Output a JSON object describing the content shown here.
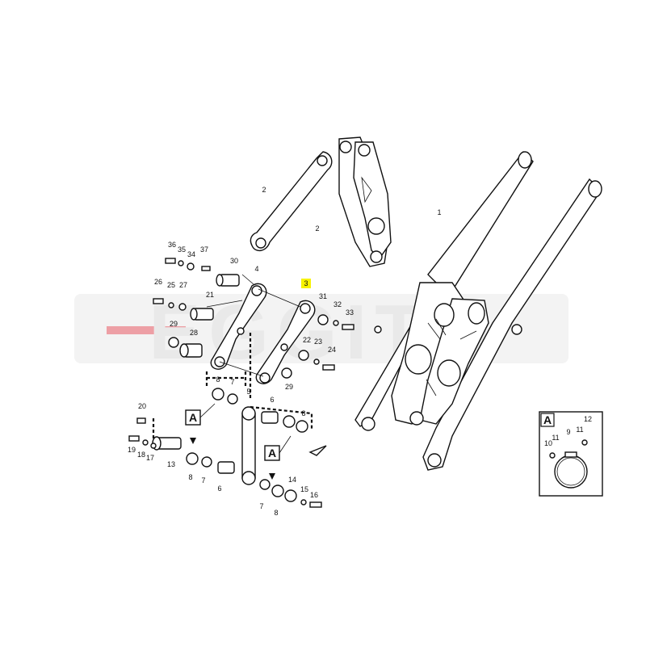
{
  "watermark": {
    "text": "EGGITO",
    "color": "#e9e9e9",
    "accent": "#e63946"
  },
  "highlight_color": "#f7f300",
  "callouts": [
    {
      "id": "c1",
      "text": "1"
    },
    {
      "id": "c2a",
      "text": "2"
    },
    {
      "id": "c2b",
      "text": "2"
    },
    {
      "id": "c3",
      "text": "3",
      "highlight": true
    },
    {
      "id": "c4",
      "text": "4"
    },
    {
      "id": "c5",
      "text": "5"
    },
    {
      "id": "c6a",
      "text": "6"
    },
    {
      "id": "c6b",
      "text": "6"
    },
    {
      "id": "c7a",
      "text": "7"
    },
    {
      "id": "c7b",
      "text": "7"
    },
    {
      "id": "c7c",
      "text": "7"
    },
    {
      "id": "c8a",
      "text": "8"
    },
    {
      "id": "c8b",
      "text": "8"
    },
    {
      "id": "c8c",
      "text": "8"
    },
    {
      "id": "c8d",
      "text": "8"
    },
    {
      "id": "c13",
      "text": "13"
    },
    {
      "id": "c14",
      "text": "14"
    },
    {
      "id": "c15",
      "text": "15"
    },
    {
      "id": "c16",
      "text": "16"
    },
    {
      "id": "c17",
      "text": "17"
    },
    {
      "id": "c18",
      "text": "18"
    },
    {
      "id": "c19",
      "text": "19"
    },
    {
      "id": "c20",
      "text": "20"
    },
    {
      "id": "c21",
      "text": "21"
    },
    {
      "id": "c22",
      "text": "22"
    },
    {
      "id": "c23",
      "text": "23"
    },
    {
      "id": "c24",
      "text": "24"
    },
    {
      "id": "c25",
      "text": "25"
    },
    {
      "id": "c26",
      "text": "26"
    },
    {
      "id": "c27",
      "text": "27"
    },
    {
      "id": "c28",
      "text": "28"
    },
    {
      "id": "c29a",
      "text": "29"
    },
    {
      "id": "c29b",
      "text": "29"
    },
    {
      "id": "c30",
      "text": "30"
    },
    {
      "id": "c31",
      "text": "31"
    },
    {
      "id": "c32",
      "text": "32"
    },
    {
      "id": "c33",
      "text": "33"
    },
    {
      "id": "c34",
      "text": "34"
    },
    {
      "id": "c35",
      "text": "35"
    },
    {
      "id": "c36",
      "text": "36"
    },
    {
      "id": "c37",
      "text": "37"
    }
  ],
  "section_markers": [
    {
      "text": "A"
    },
    {
      "text": "A"
    }
  ],
  "detail_box": {
    "title": "A",
    "labels": [
      {
        "text": "10"
      },
      {
        "text": "11"
      },
      {
        "text": "9"
      },
      {
        "text": "11"
      },
      {
        "text": "12"
      }
    ]
  }
}
